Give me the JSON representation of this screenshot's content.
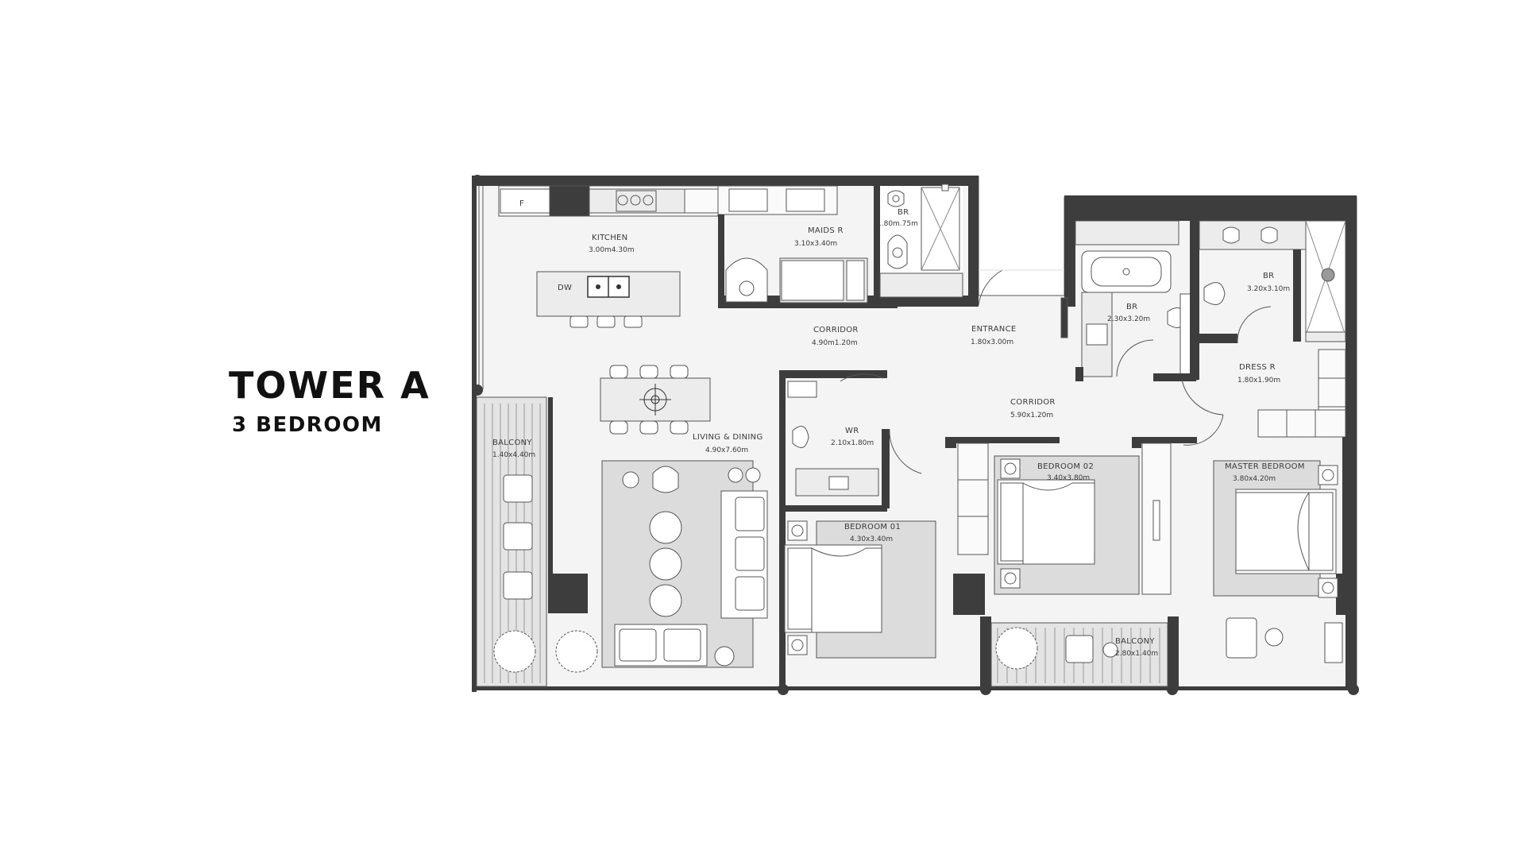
{
  "header": {
    "title": "TOWER A",
    "subtitle": "3 BEDROOM"
  },
  "rooms": [
    {
      "id": "kitchen",
      "name": "KITCHEN",
      "dims": "3.00m4.30m"
    },
    {
      "id": "maids",
      "name": "MAIDS R",
      "dims": "3.10x3.40m"
    },
    {
      "id": "br-maid",
      "name": "BR",
      "dims": "1.80m.75m"
    },
    {
      "id": "dw",
      "name": "DW",
      "dims": ""
    },
    {
      "id": "fridge",
      "name": "F",
      "dims": ""
    },
    {
      "id": "corridor-1",
      "name": "CORRIDOR",
      "dims": "4.90m1.20m"
    },
    {
      "id": "entrance",
      "name": "ENTRANCE",
      "dims": "1.80x3.00m"
    },
    {
      "id": "br-2",
      "name": "BR",
      "dims": "2.30x3.20m"
    },
    {
      "id": "br-master",
      "name": "BR",
      "dims": "3.20x3.10m"
    },
    {
      "id": "dress",
      "name": "DRESS R",
      "dims": "1.80x1.90m"
    },
    {
      "id": "corridor-2",
      "name": "CORRIDOR",
      "dims": "5.90x1.20m"
    },
    {
      "id": "wr",
      "name": "WR",
      "dims": "2.10x1.80m"
    },
    {
      "id": "living",
      "name": "LIVING & DINING",
      "dims": "4.90x7.60m"
    },
    {
      "id": "balcony-1",
      "name": "BALCONY",
      "dims": "1.40x4.40m"
    },
    {
      "id": "bed-1",
      "name": "BEDROOM 01",
      "dims": "4.30x3.40m"
    },
    {
      "id": "bed-2",
      "name": "BEDROOM 02",
      "dims": "3.40x3.80m"
    },
    {
      "id": "master",
      "name": "MASTER BEDROOM",
      "dims": "3.80x4.20m"
    },
    {
      "id": "balcony-2",
      "name": "BALCONY",
      "dims": "2.80x1.40m"
    }
  ],
  "colors": {
    "wall": "#3d3d3d",
    "floor": "#f2f2f2",
    "rug": "#d9d9d9",
    "stroke": "#555555"
  }
}
